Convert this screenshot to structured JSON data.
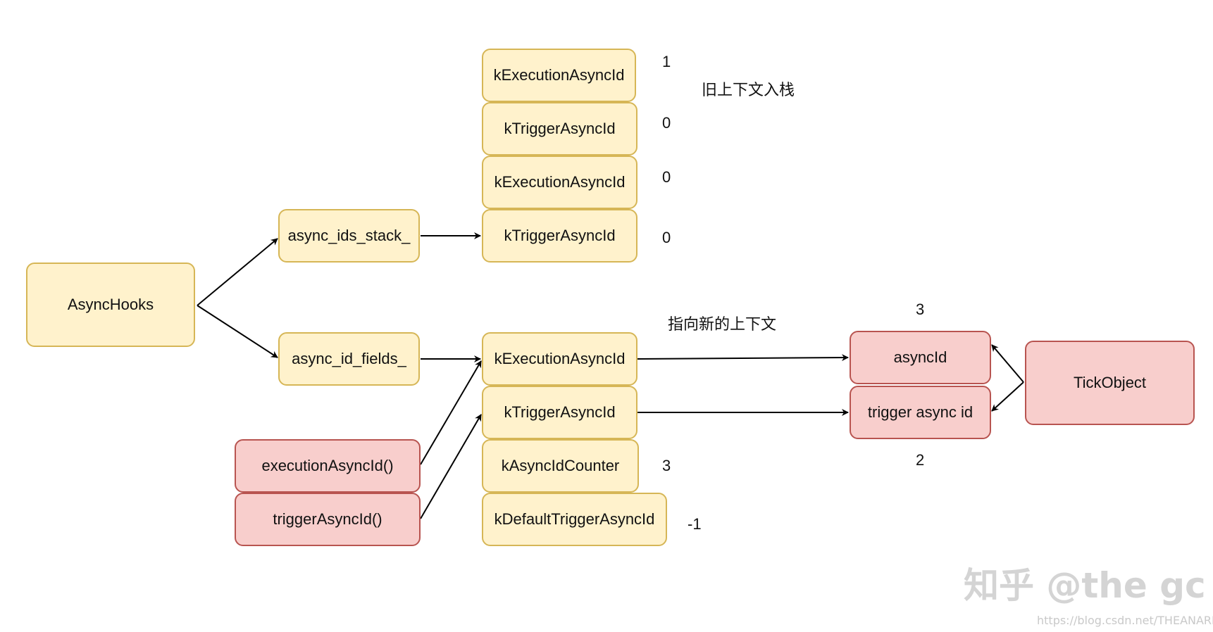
{
  "nodes": {
    "asynchooks": "AsyncHooks",
    "async_ids_stack": "async_ids_stack_",
    "async_id_fields": "async_id_fields_",
    "stack": [
      "kExecutionAsyncId",
      "kTriggerAsyncId",
      "kExecutionAsyncId",
      "kTriggerAsyncId"
    ],
    "fields": [
      "kExecutionAsyncId",
      "kTriggerAsyncId",
      "kAsyncIdCounter",
      "kDefaultTriggerAsyncId"
    ],
    "execution_fn": "executionAsyncId()",
    "trigger_fn": "triggerAsyncId()",
    "asyncid": "asyncId",
    "trigger_async_id": "trigger async id",
    "tickobject": "TickObject"
  },
  "values": {
    "stack": [
      "1",
      "0",
      "0",
      "0"
    ],
    "counter": "3",
    "default_trigger": "-1",
    "asyncid": "3",
    "trigger": "2"
  },
  "annotations": {
    "old_context": "旧上下文入栈",
    "new_context": "指向新的上下文"
  },
  "watermark": {
    "zhihu": "知乎 @the gc",
    "url": "https://blog.csdn.net/THEANARKH"
  },
  "colors": {
    "yellow_fill": "#fff2cc",
    "yellow_stroke": "#d6b656",
    "red_fill": "#f8cecc",
    "red_stroke": "#b85450"
  }
}
